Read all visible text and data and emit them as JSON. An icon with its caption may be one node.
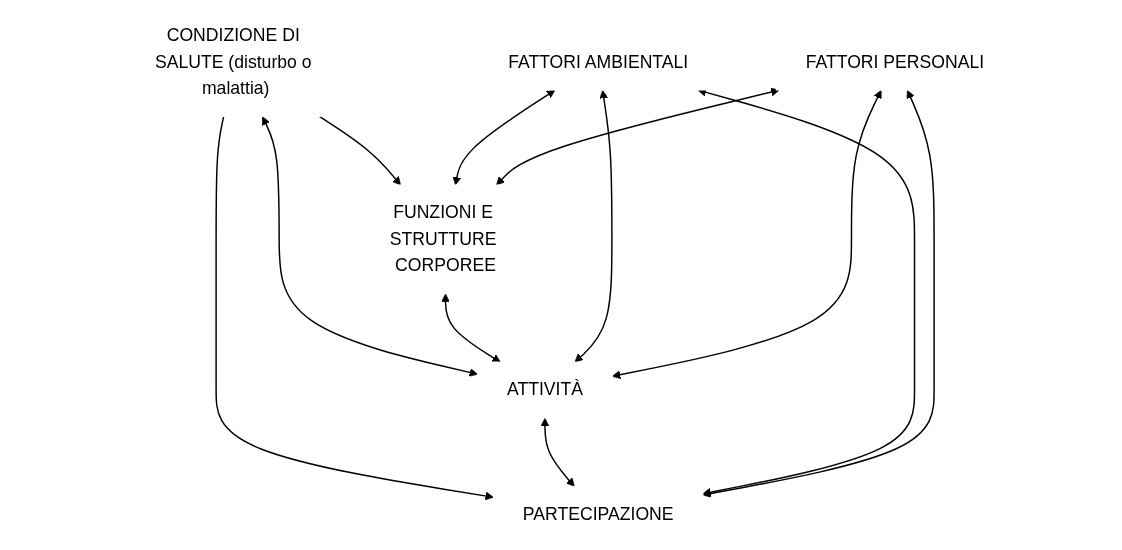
{
  "diagram": {
    "nodes": [
      {
        "text": [
          "CONDIZIONE DI SALUTE (disturbo o malattia)"
        ]
      },
      {
        "text": [
          "FUNZIONI E STRUTTURE CORPOREE"
        ]
      },
      {
        "text": [
          "ATTIVITÀ"
        ]
      },
      {
        "text": [
          "PARTECIPAZIONE"
        ]
      },
      {
        "text": [
          "FATTORI AMBIENTALI"
        ]
      },
      {
        "text": [
          "FATTORI PERSONALI"
        ]
      }
    ],
    "edges": [
      {
        "from": 0,
        "to": 2,
        "arrow": "both"
      },
      {
        "from": 0,
        "to": 1,
        "arrow": "to"
      },
      {
        "from": 0,
        "to": 3,
        "arrow": "to"
      },
      {
        "from": 1,
        "to": 2,
        "arrow": "both"
      },
      {
        "from": 2,
        "to": 3,
        "arrow": "both"
      },
      {
        "from": 4,
        "to": 1,
        "arrow": "both"
      },
      {
        "from": 4,
        "to": 2,
        "arrow": "both"
      },
      {
        "from": 4,
        "to": 3,
        "arrow": "both"
      },
      {
        "from": 5,
        "to": 1,
        "arrow": "both"
      },
      {
        "from": 5,
        "to": 2,
        "arrow": "both"
      },
      {
        "from": 5,
        "to": 3,
        "arrow": "both"
      }
    ]
  }
}
